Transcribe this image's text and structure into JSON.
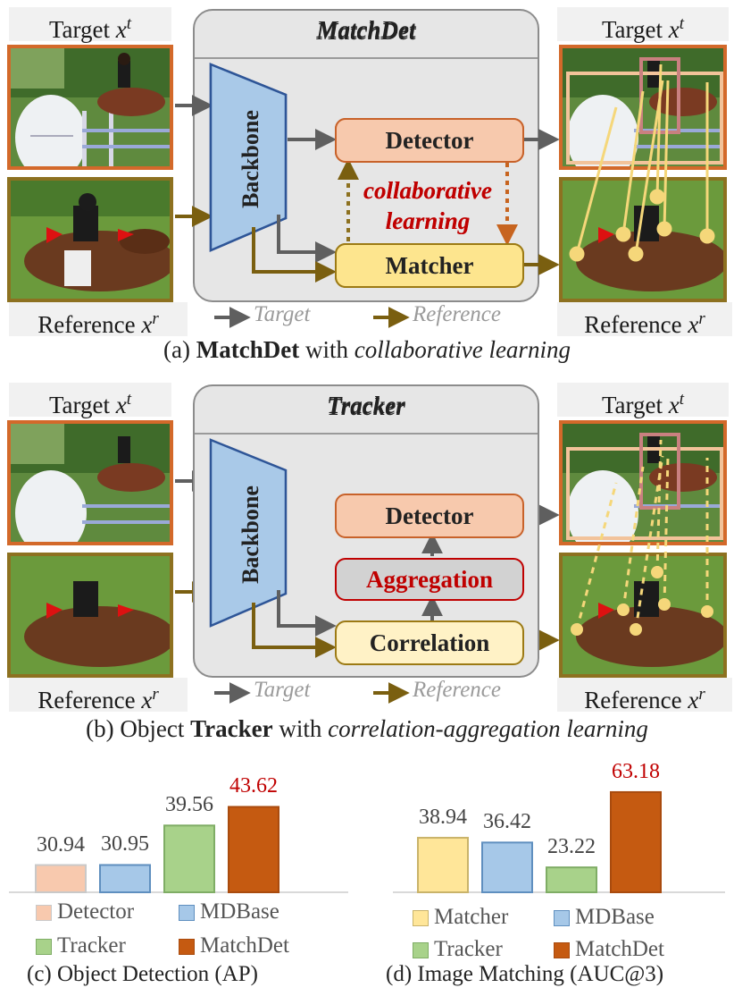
{
  "labels": {
    "target": "Target",
    "target_var": "x",
    "target_sup": "t",
    "reference": "Reference",
    "reference_var": "x",
    "reference_sup": "r"
  },
  "panel_a": {
    "title": "MatchDet",
    "backbone": "Backbone",
    "detector": "Detector",
    "matcher": "Matcher",
    "collab_line1": "collaborative",
    "collab_line2": "learning",
    "legend_target": "Target",
    "legend_reference": "Reference",
    "caption_prefix": "(a) ",
    "caption_bold": "MatchDet",
    "caption_mid": " with ",
    "caption_italic": "collaborative learning"
  },
  "panel_b": {
    "title": "Tracker",
    "backbone": "Backbone",
    "detector": "Detector",
    "aggregation": "Aggregation",
    "correlation": "Correlation",
    "legend_target": "Target",
    "legend_reference": "Reference",
    "caption_prefix": "(b) Object ",
    "caption_bold": "Tracker",
    "caption_mid": " with ",
    "caption_italic": "correlation-aggregation learning"
  },
  "colors": {
    "detector_fill": "#f7c9ad",
    "detector_border": "#c8622a",
    "matcher_fill": "#fde58e",
    "matcher_border": "#9c7a14",
    "backbone_fill": "#a9c9e8",
    "backbone_border": "#2e5597",
    "target_arrow": "#5f5f5f",
    "reference_arrow": "#7a5f10",
    "collab_text": "#c00000",
    "collab_arrow": "#c7641f",
    "aggregation_fill": "#d2d2d2",
    "aggregation_border": "#c00000",
    "target_frame": "#d3692a",
    "reference_frame": "#8d7120"
  },
  "chart_data": [
    {
      "type": "bar",
      "categories": [
        "Detector",
        "MDBase",
        "Tracker",
        "MatchDet"
      ],
      "values": [
        30.94,
        30.95,
        39.56,
        43.62
      ],
      "value_labels": [
        "30.94",
        "30.95",
        "39.56",
        "43.62"
      ],
      "colors": [
        "#f8c9ae",
        "#a6c8e8",
        "#a8d28a",
        "#c55a11"
      ],
      "border_colors": [
        "#c9c9c9",
        "#5f8fbf",
        "#7fad65",
        "#a94b0e"
      ],
      "highlight_color": "#c00000",
      "highlight_index": 3,
      "caption": "(c) Object Detection (AP)",
      "legend_position": "bottom",
      "ylim": [
        25,
        48
      ]
    },
    {
      "type": "bar",
      "categories": [
        "Matcher",
        "MDBase",
        "Tracker",
        "MatchDet"
      ],
      "values": [
        38.94,
        36.42,
        23.22,
        63.18
      ],
      "value_labels": [
        "38.94",
        "36.42",
        "23.22",
        "63.18"
      ],
      "colors": [
        "#ffe699",
        "#a6c8e8",
        "#a8d28a",
        "#c55a11"
      ],
      "border_colors": [
        "#c9b36a",
        "#5f8fbf",
        "#7fad65",
        "#a94b0e"
      ],
      "highlight_color": "#c00000",
      "highlight_index": 3,
      "caption": "(d) Image Matching (AUC@3)",
      "legend_position": "bottom",
      "ylim": [
        10,
        66
      ]
    }
  ]
}
